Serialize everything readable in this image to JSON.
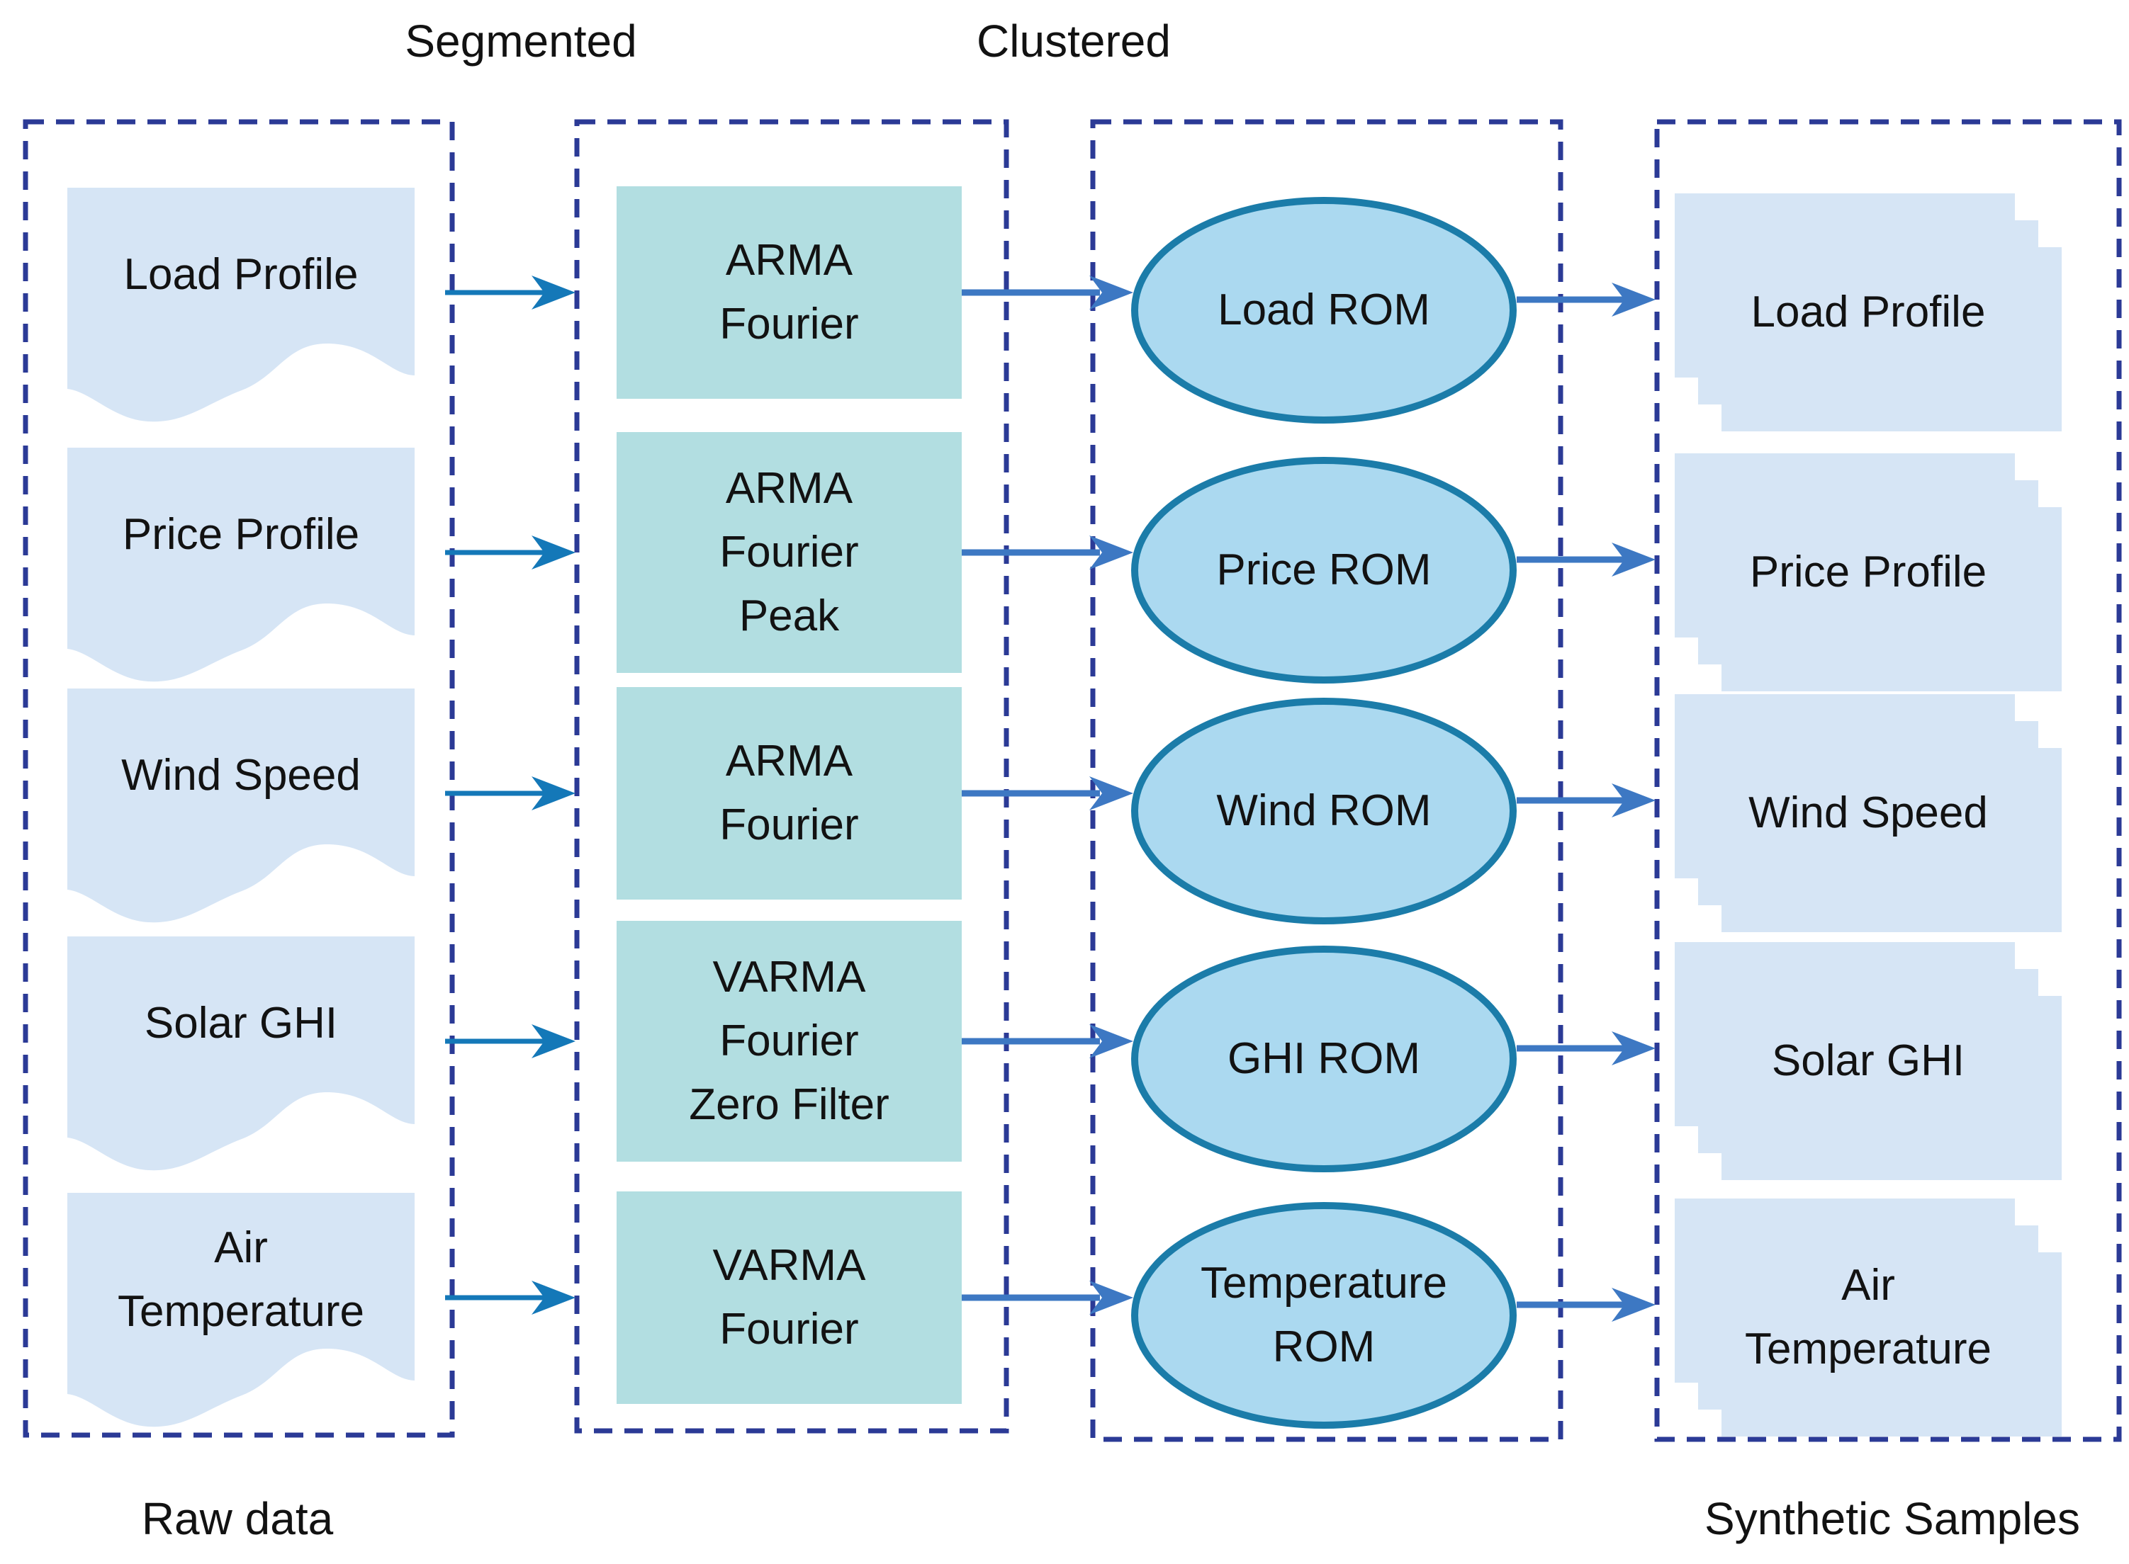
{
  "headers": {
    "segmented": "Segmented",
    "clustered": "Clustered"
  },
  "footers": {
    "raw_data": "Raw data",
    "synthetic_samples": "Synthetic Samples"
  },
  "columns": {
    "raw": "Raw data",
    "segmented": "Segmented",
    "clustered": "Clustered",
    "synthetic": "Synthetic Samples"
  },
  "rows": [
    {
      "raw_label": "Load Profile",
      "model_label": "ARMA\nFourier",
      "rom_label": "Load ROM",
      "synthetic_label": "Load Profile"
    },
    {
      "raw_label": "Price Profile",
      "model_label": "ARMA\nFourier\nPeak",
      "rom_label": "Price ROM",
      "synthetic_label": "Price Profile"
    },
    {
      "raw_label": "Wind Speed",
      "model_label": "ARMA\nFourier",
      "rom_label": "Wind ROM",
      "synthetic_label": "Wind Speed"
    },
    {
      "raw_label": "Solar GHI",
      "model_label": "VARMA\nFourier\nZero Filter",
      "rom_label": "GHI ROM",
      "synthetic_label": "Solar GHI"
    },
    {
      "raw_label": "Air\nTemperature",
      "model_label": "VARMA\nFourier",
      "rom_label": "Temperature\nROM",
      "synthetic_label": "Air\nTemperature"
    }
  ],
  "colors": {
    "dashed_border": "#2b3a96",
    "raw_card_fill": "#d6e5f5",
    "model_box_fill": "#b2dee1",
    "rom_fill": "#abd9f0",
    "rom_border": "#1b7ca9",
    "arrow_stage1": "#1478b8",
    "arrow_stage23": "#3d78c3",
    "text": "#121212"
  }
}
